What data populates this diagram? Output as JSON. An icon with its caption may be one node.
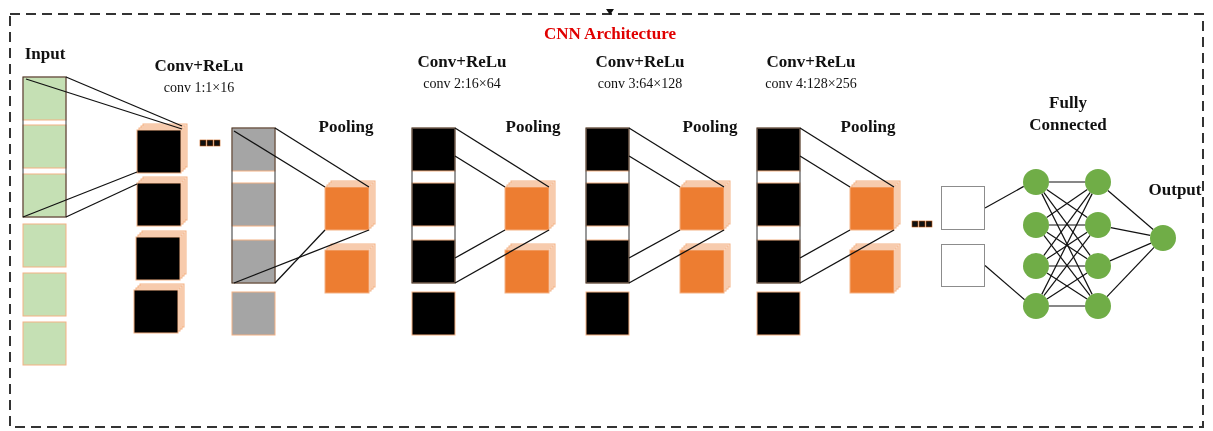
{
  "diagram": {
    "title": "CNN Architecture",
    "nodes": [
      {
        "text": [],
        "shape": "box"
      },
      {
        "text": [],
        "shape": "box"
      },
      {
        "text": [],
        "shape": "circle"
      },
      {
        "text": [],
        "shape": "circle"
      },
      {
        "text": [],
        "shape": "circle"
      },
      {
        "text": [],
        "shape": "circle"
      },
      {
        "text": [],
        "shape": "circle"
      },
      {
        "text": [],
        "shape": "circle"
      },
      {
        "text": [],
        "shape": "circle"
      },
      {
        "text": [],
        "shape": "circle"
      },
      {
        "text": [],
        "shape": "circle",
        "beside": [
          "Output"
        ]
      }
    ],
    "edges": [
      {
        "from": 0,
        "to": 2,
        "arrow": "none"
      },
      {
        "from": 1,
        "to": 5,
        "arrow": "none"
      },
      {
        "from": 2,
        "to": 6,
        "arrow": "none"
      },
      {
        "from": 2,
        "to": 7,
        "arrow": "none"
      },
      {
        "from": 2,
        "to": 8,
        "arrow": "none"
      },
      {
        "from": 2,
        "to": 9,
        "arrow": "none"
      },
      {
        "from": 3,
        "to": 6,
        "arrow": "none"
      },
      {
        "from": 3,
        "to": 7,
        "arrow": "none"
      },
      {
        "from": 3,
        "to": 8,
        "arrow": "none"
      },
      {
        "from": 3,
        "to": 9,
        "arrow": "none"
      },
      {
        "from": 4,
        "to": 6,
        "arrow": "none"
      },
      {
        "from": 4,
        "to": 7,
        "arrow": "none"
      },
      {
        "from": 4,
        "to": 8,
        "arrow": "none"
      },
      {
        "from": 4,
        "to": 9,
        "arrow": "none"
      },
      {
        "from": 5,
        "to": 6,
        "arrow": "none"
      },
      {
        "from": 5,
        "to": 7,
        "arrow": "none"
      },
      {
        "from": 5,
        "to": 8,
        "arrow": "none"
      },
      {
        "from": 5,
        "to": 9,
        "arrow": "none"
      },
      {
        "from": 6,
        "to": 10,
        "arrow": "none"
      },
      {
        "from": 7,
        "to": 10,
        "arrow": "none"
      },
      {
        "from": 8,
        "to": 10,
        "arrow": "none"
      },
      {
        "from": 9,
        "to": 10,
        "arrow": "none"
      }
    ],
    "labels": [
      "Input",
      "Conv+ReLu",
      "conv 1:1×16",
      "Pooling",
      "Conv+ReLu",
      "conv 2:16×64",
      "Pooling",
      "Conv+ReLu",
      "conv 3:64×128",
      "Pooling",
      "Conv+ReLu",
      "conv 4:128×256",
      "Pooling",
      "Fully Connected"
    ]
  }
}
